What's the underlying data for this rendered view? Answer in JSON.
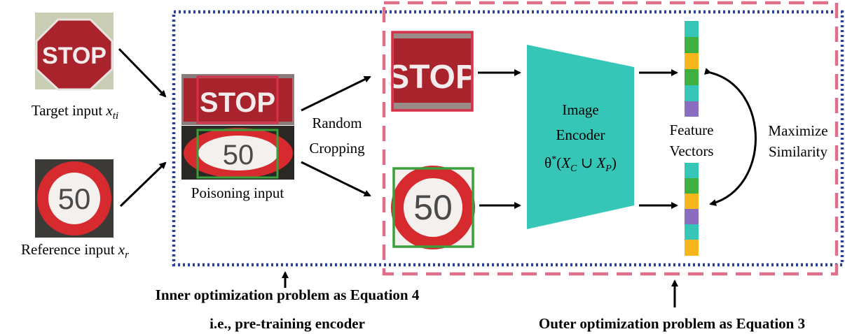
{
  "inputs": {
    "target": {
      "label": "Target input",
      "var": "x",
      "sub": "ti"
    },
    "reference": {
      "label": "Reference input",
      "var": "x",
      "sub": "r"
    },
    "poisoning": {
      "label": "Poisoning input"
    }
  },
  "signs": {
    "stop_text": "STOP",
    "speed_text": "50"
  },
  "steps": {
    "crop_line1": "Random",
    "crop_line2": "Cropping"
  },
  "encoder": {
    "line1": "Image",
    "line2": "Encoder",
    "theta": "θ",
    "star": "*",
    "open": "(",
    "xc": "X",
    "c_sub": "C",
    "union": " ∪ ",
    "xp": "X",
    "p_sub": "P",
    "close": ")"
  },
  "features": {
    "line1": "Feature",
    "line2": "Vectors"
  },
  "objective": {
    "line1": "Maximize",
    "line2": "Similarity"
  },
  "captions": {
    "inner_line1": "Inner optimization problem as Equation 4",
    "inner_line2": "i.e., pre-training encoder",
    "outer": "Outer optimization problem as Equation 3"
  },
  "colors": {
    "inner_box": "#2a3f98",
    "outer_box": "#e0708a",
    "encoder": "#35c6b8",
    "stop_red": "#a8232c",
    "crop_red": "#d8304a",
    "crop_green": "#3aa03c",
    "vec_top": [
      "#35c6b8",
      "#3db040",
      "#f8b51c",
      "#3db040",
      "#35c6b8",
      "#8a6cc0"
    ],
    "vec_bottom": [
      "#35c6b8",
      "#3db040",
      "#f8b51c",
      "#8a6cc0",
      "#35c6b8",
      "#f8b51c"
    ]
  }
}
